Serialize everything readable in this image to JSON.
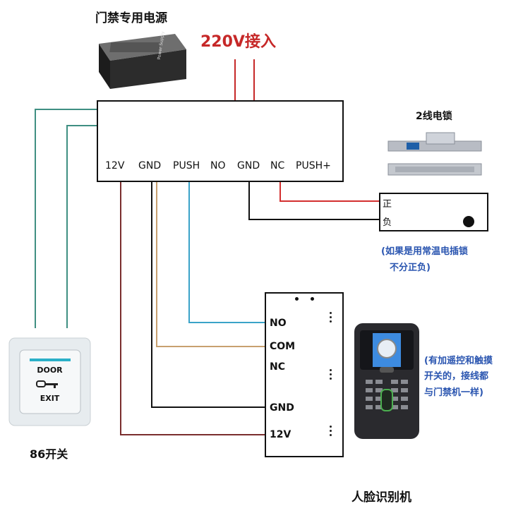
{
  "power_supply": {
    "title": "门禁专用电源",
    "device_label": "Power Supply",
    "mains_label": "220V接入",
    "terminals": [
      "12V",
      "GND",
      "PUSH",
      "NO",
      "GND",
      "NC",
      "PUSH+"
    ]
  },
  "lock": {
    "title": "2线电锁",
    "positive_label": "正",
    "negative_label": "负",
    "note_line1": "(如果是用常温电插锁",
    "note_line2": "不分正负)"
  },
  "controller": {
    "terminals": [
      "NO",
      "COM",
      "NC",
      "GND",
      "12V"
    ],
    "note_line1": "(有加遥控和触摸",
    "note_line2": "开关的，接线都",
    "note_line3": "与门禁机一样)",
    "device_title": "人脸识别机"
  },
  "exit_button": {
    "top_text": "DOOR",
    "bottom_text": "EXIT",
    "title": "86开关"
  },
  "colors": {
    "mains": "#c62828",
    "wire_red": "#d32f2f",
    "wire_teal": "#3f8f82",
    "wire_brown": "#7a2e2e",
    "wire_tan": "#c8a070",
    "wire_blue": "#3aa3c8",
    "wire_black": "#111111",
    "note_blue": "#2a55b0"
  }
}
